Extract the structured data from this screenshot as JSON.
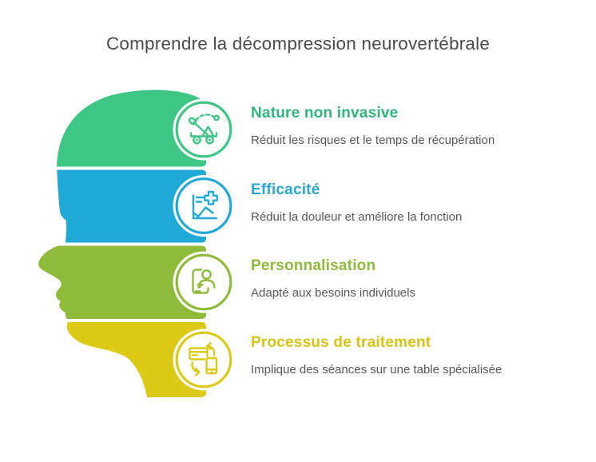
{
  "page": {
    "title": "Comprendre la décompression neurovertébrale",
    "title_color": "#4b4b4d",
    "background": "#ffffff",
    "subtitle_color": "#58585a"
  },
  "sections": [
    {
      "title": "Nature non invasive",
      "description": "Réduit les risques et le temps de récupération",
      "color": "#3ec684",
      "heading_color": "#2fb67c",
      "icon": "catapult-icon"
    },
    {
      "title": "Efficacité",
      "description": "Réduit la douleur et améliore la fonction",
      "color": "#1fa9d7",
      "heading_color": "#29a9d2",
      "icon": "chart-growth-medical-icon"
    },
    {
      "title": "Personnalisation",
      "description": "Adapté aux besoins individuels",
      "color": "#8ebc3a",
      "heading_color": "#8ebc3a",
      "icon": "tablet-patient-icon"
    },
    {
      "title": "Processus de traitement",
      "description": "Implique des séances sur une table spécialisée",
      "color": "#ddca16",
      "heading_color": "#d9c412",
      "icon": "card-phone-transfer-icon"
    }
  ]
}
